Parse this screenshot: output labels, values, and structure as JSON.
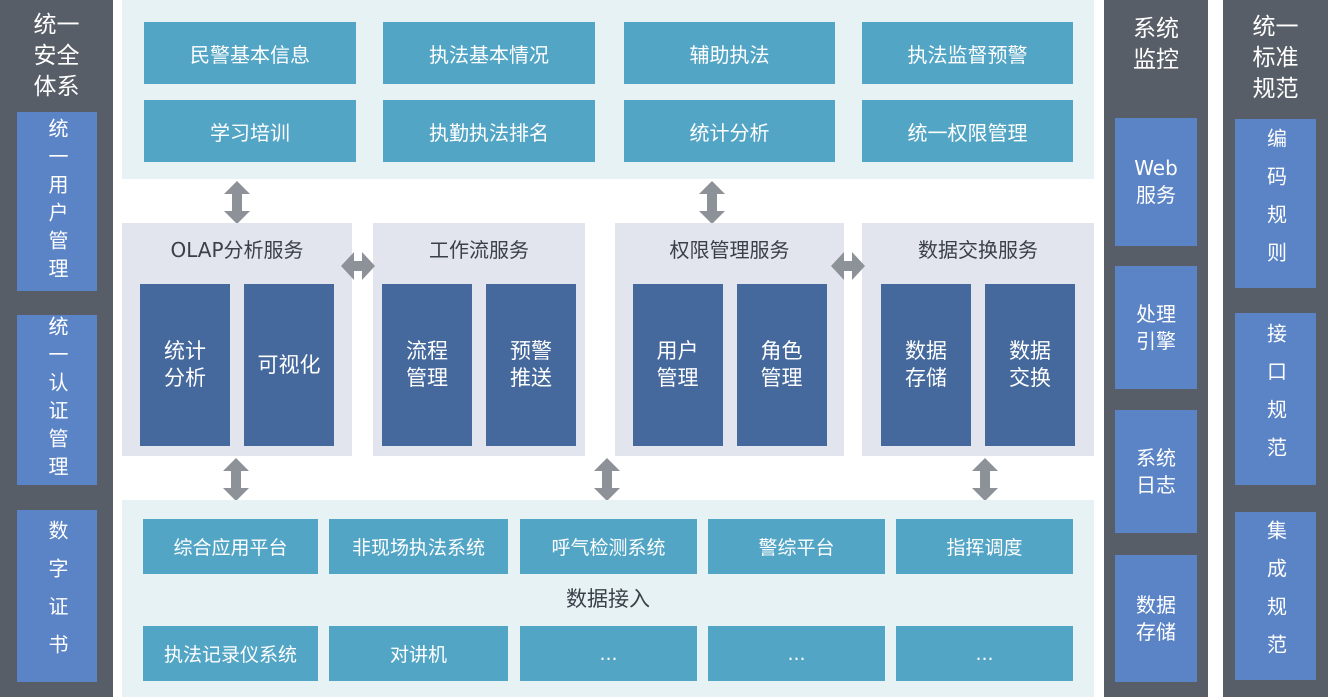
{
  "left_sidebar": {
    "title": "统一安全体系",
    "items": [
      "统一用户管理",
      "统一认证管理",
      "数字证书"
    ]
  },
  "application_layer": {
    "buttons": [
      "民警基本信息",
      "执法基本情况",
      "辅助执法",
      "执法监督预警",
      "学习培训",
      "执勤执法排名",
      "统计分析",
      "统一权限管理"
    ]
  },
  "service_layer": {
    "panels": [
      {
        "title": "OLAP分析服务",
        "boxes": [
          "统计分析",
          "可视化"
        ]
      },
      {
        "title": "工作流服务",
        "boxes": [
          "流程管理",
          "预警推送"
        ]
      },
      {
        "title": "权限管理服务",
        "boxes": [
          "用户管理",
          "角色管理"
        ]
      },
      {
        "title": "数据交换服务",
        "boxes": [
          "数据存储",
          "数据交换"
        ]
      }
    ]
  },
  "access_layer": {
    "systems_row": [
      "综合应用平台",
      "非现场执法系统",
      "呼气检测系统",
      "警综平台",
      "指挥调度"
    ],
    "label": "数据接入",
    "devices_row": [
      "执法记录仪系统",
      "对讲机",
      "...",
      "...",
      "..."
    ]
  },
  "monitor_sidebar": {
    "title": "系统监控",
    "items": [
      "Web服务",
      "处理引擎",
      "系统日志",
      "数据存储"
    ]
  },
  "standards_sidebar": {
    "title": "统一标准规范",
    "items": [
      "编码规则",
      "接口规范",
      "集成规范"
    ]
  },
  "colors": {
    "sidebar_dark": "#585e67",
    "sidebar_item_blue": "#5b84c6",
    "teal_button": "#53a5c5",
    "light_cyan_bg": "#e7f2f5",
    "light_lavender_bg": "#e3e5ee",
    "dark_blue_box": "#45699c",
    "arrow_gray": "#8d9298",
    "heading_text": "#3a4047",
    "button_text": "#ffffff"
  }
}
